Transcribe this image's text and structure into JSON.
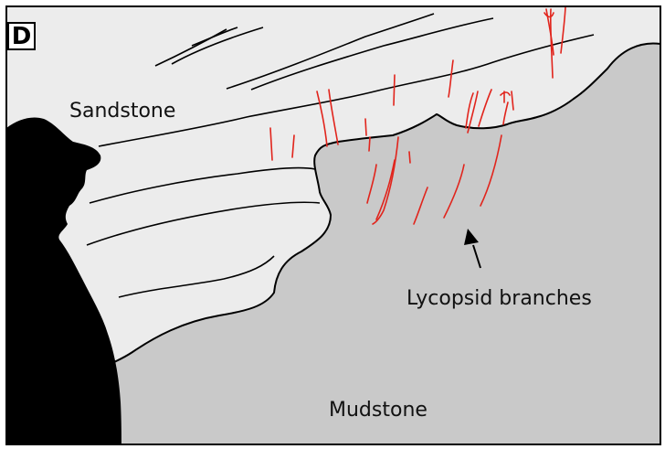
{
  "panel": {
    "label": "D"
  },
  "labels": {
    "sandstone": "Sandstone",
    "lycopsid": "Lycopsid branches",
    "mudstone": "Mudstone"
  },
  "colors": {
    "sandstone_fill": "#ececec",
    "mudstone_fill": "#c9c9c9",
    "silhouette": "#000000",
    "branch": "#e1241c",
    "frame": "#000000"
  }
}
